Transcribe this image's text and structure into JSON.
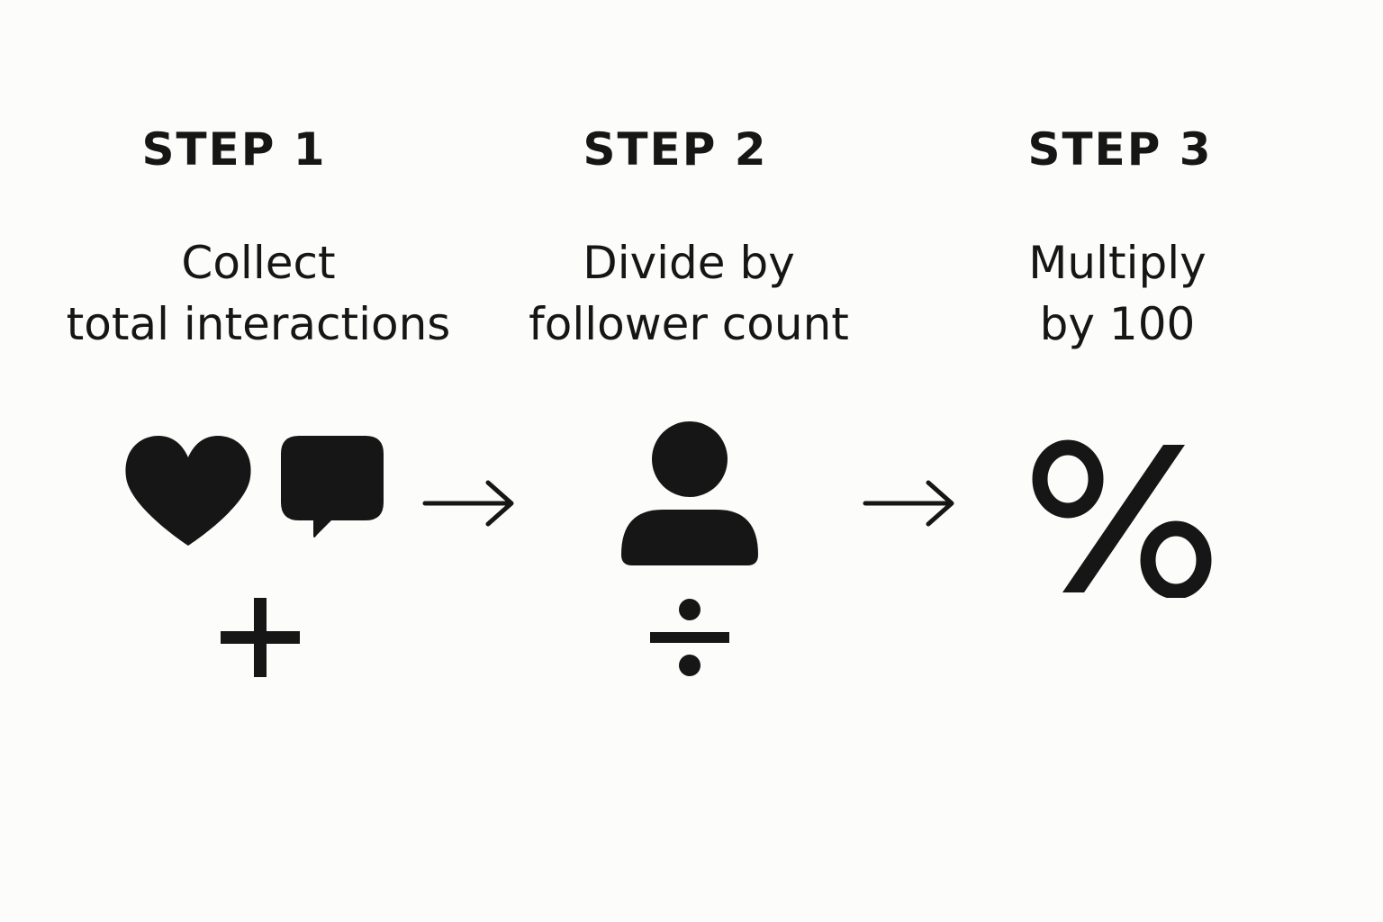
{
  "colors": {
    "background": "#fcfcfa",
    "ink": "#161616"
  },
  "steps": [
    {
      "title": "STEP 1",
      "description_lines": [
        "Collect",
        "total interactions"
      ],
      "icons": [
        "heart-icon",
        "speech-bubble-icon",
        "plus-icon"
      ]
    },
    {
      "title": "STEP 2",
      "description_lines": [
        "Divide by",
        "follower count"
      ],
      "icons": [
        "person-icon",
        "divide-icon"
      ]
    },
    {
      "title": "STEP 3",
      "description_lines": [
        "Multiply",
        "by 100"
      ],
      "icons": [
        "percent-icon"
      ]
    }
  ],
  "connectors": [
    "arrow-right-icon",
    "arrow-right-icon"
  ]
}
